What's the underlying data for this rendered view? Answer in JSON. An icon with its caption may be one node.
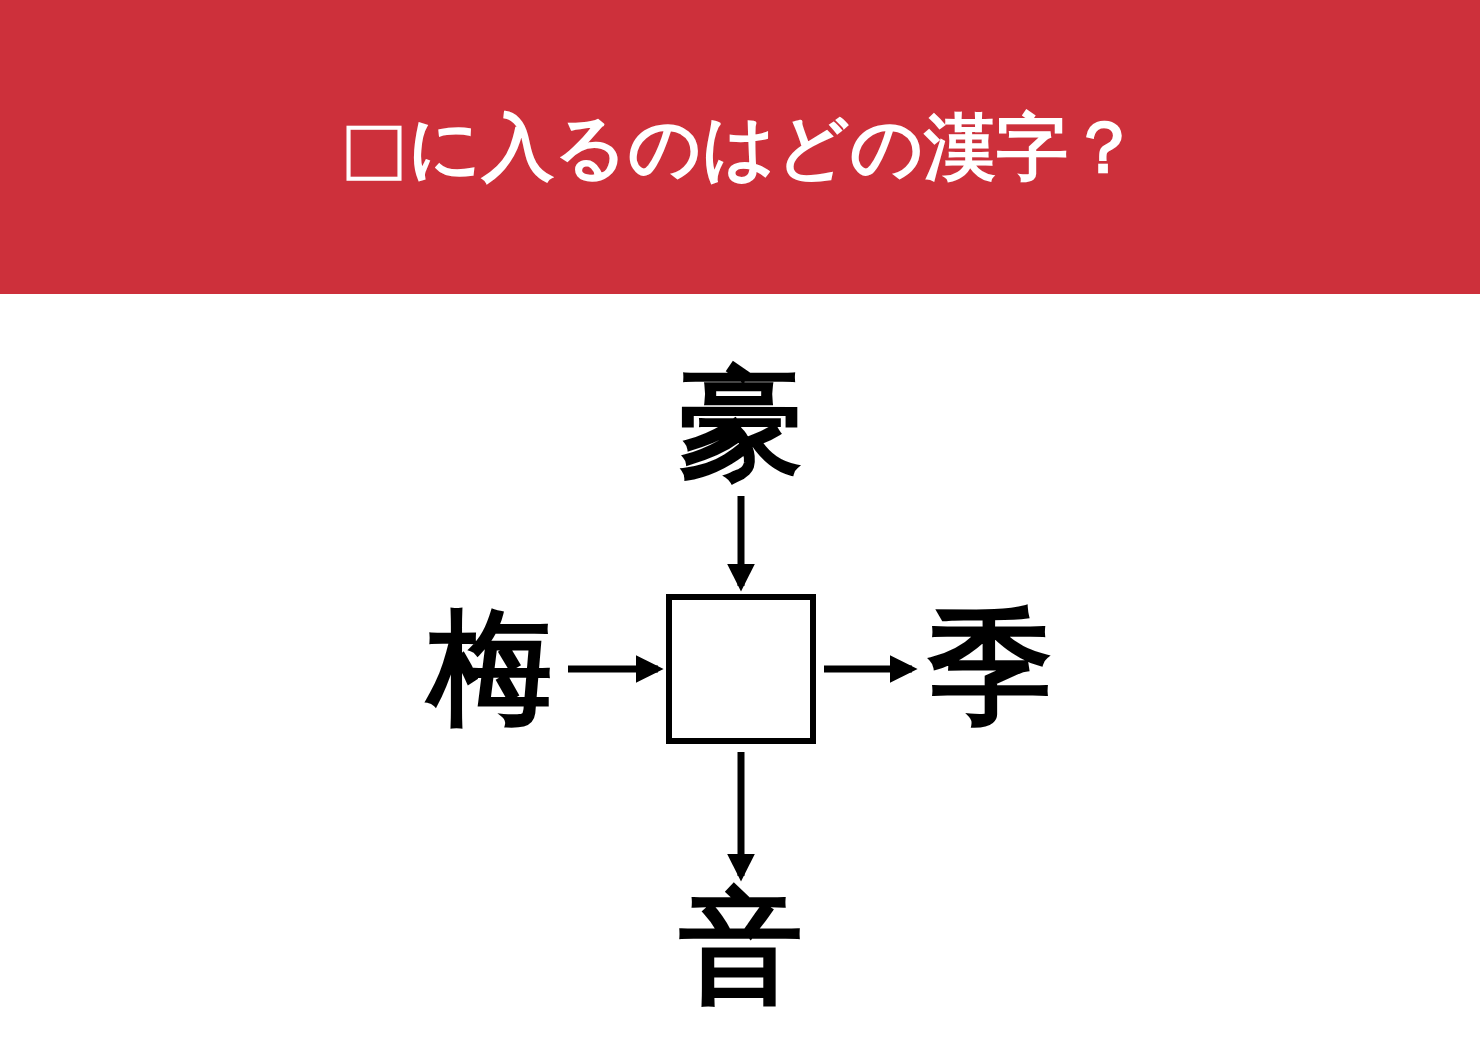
{
  "diagram": {
    "title": "□に入るのはどの漢字？",
    "nodes": [
      {
        "text": [
          "豪"
        ]
      },
      {
        "text": [
          "梅"
        ]
      },
      {
        "text": [],
        "shape": "box"
      },
      {
        "text": [
          "季"
        ]
      },
      {
        "text": [
          "音"
        ]
      }
    ],
    "edges": [
      {
        "from": 0,
        "to": 2,
        "arrow": "to"
      },
      {
        "from": 1,
        "to": 2,
        "arrow": "to"
      },
      {
        "from": 2,
        "to": 3,
        "arrow": "to"
      },
      {
        "from": 2,
        "to": 4,
        "arrow": "to"
      }
    ]
  }
}
